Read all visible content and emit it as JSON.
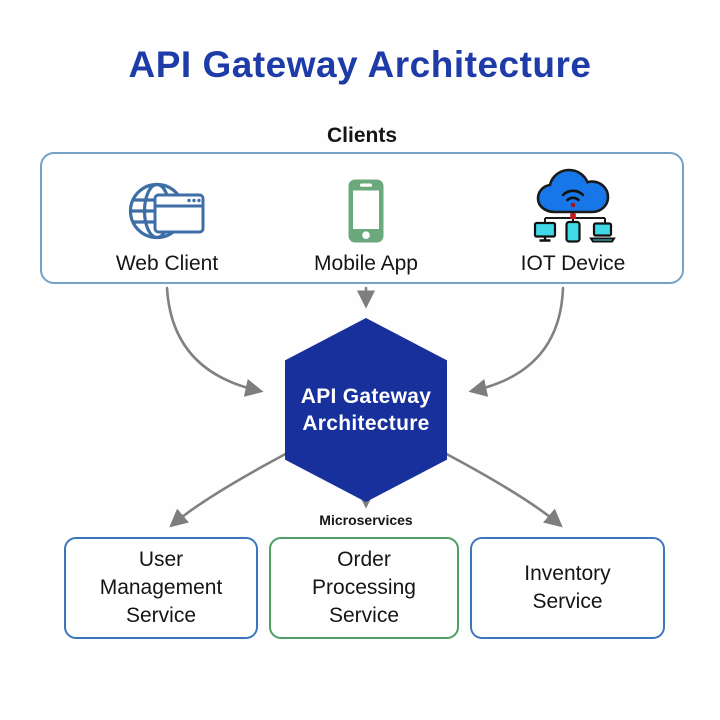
{
  "title": "API Gateway Architecture",
  "clients": {
    "heading": "Clients",
    "items": [
      {
        "label": "Web Client",
        "icon": "globe-browser-icon"
      },
      {
        "label": "Mobile App",
        "icon": "smartphone-icon"
      },
      {
        "label": "IOT Device",
        "icon": "cloud-iot-icon"
      }
    ]
  },
  "gateway": {
    "line1": "API Gateway",
    "line2": "Architecture"
  },
  "microservices": {
    "heading": "Microservices",
    "services": [
      {
        "label": "User Management Service",
        "lines": [
          "User",
          "Management",
          "Service"
        ],
        "border": "blue"
      },
      {
        "label": "Order Processing Service",
        "lines": [
          "Order",
          "Processing",
          "Service"
        ],
        "border": "green"
      },
      {
        "label": "Inventory Service",
        "lines": [
          "Inventory",
          "Service"
        ],
        "border": "blue"
      }
    ]
  },
  "colors": {
    "title_blue": "#1e3ca8",
    "hexagon_blue": "#17309c",
    "clients_box_border": "#74a3c7",
    "service_box_blue_border": "#3b76bd",
    "service_box_green_border": "#4f9e66",
    "arrow_gray": "#818181",
    "web_icon_blue": "#3d6ea6",
    "mobile_icon_green": "#6ba87c",
    "iot_cloud_blue": "#1877e8",
    "iot_device_cyan": "#3fd9e8",
    "iot_dot_red": "#c5161d",
    "text_black": "#151515"
  }
}
